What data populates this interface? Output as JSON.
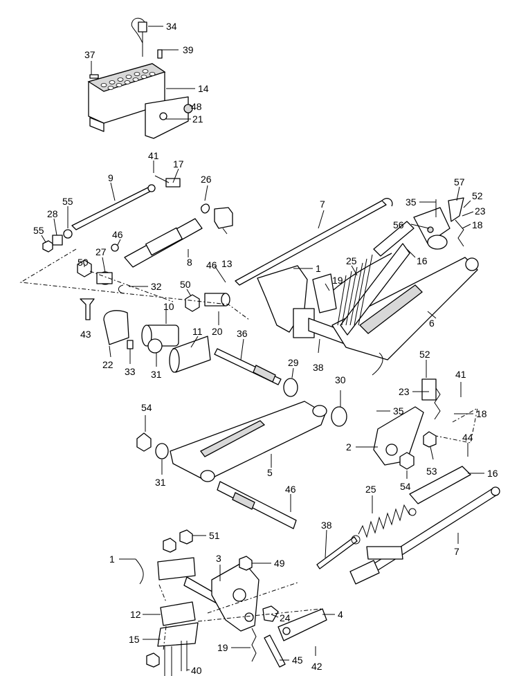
{
  "diagram": {
    "callouts": [
      "34",
      "39",
      "37",
      "14",
      "48",
      "21",
      "41",
      "17",
      "9",
      "26",
      "55",
      "28",
      "55",
      "7",
      "35",
      "57",
      "52",
      "23",
      "18",
      "56",
      "46",
      "27",
      "13",
      "16",
      "8",
      "25",
      "50",
      "32",
      "46",
      "50",
      "1",
      "19",
      "6",
      "10",
      "43",
      "11",
      "22",
      "20",
      "36",
      "33",
      "31",
      "38",
      "52",
      "29",
      "30",
      "41",
      "23",
      "54",
      "35",
      "18",
      "2",
      "44",
      "53",
      "16",
      "5",
      "31",
      "54",
      "46",
      "25",
      "38",
      "51",
      "7",
      "1",
      "3",
      "49",
      "12",
      "24",
      "4",
      "15",
      "19",
      "45",
      "42",
      "40"
    ]
  }
}
